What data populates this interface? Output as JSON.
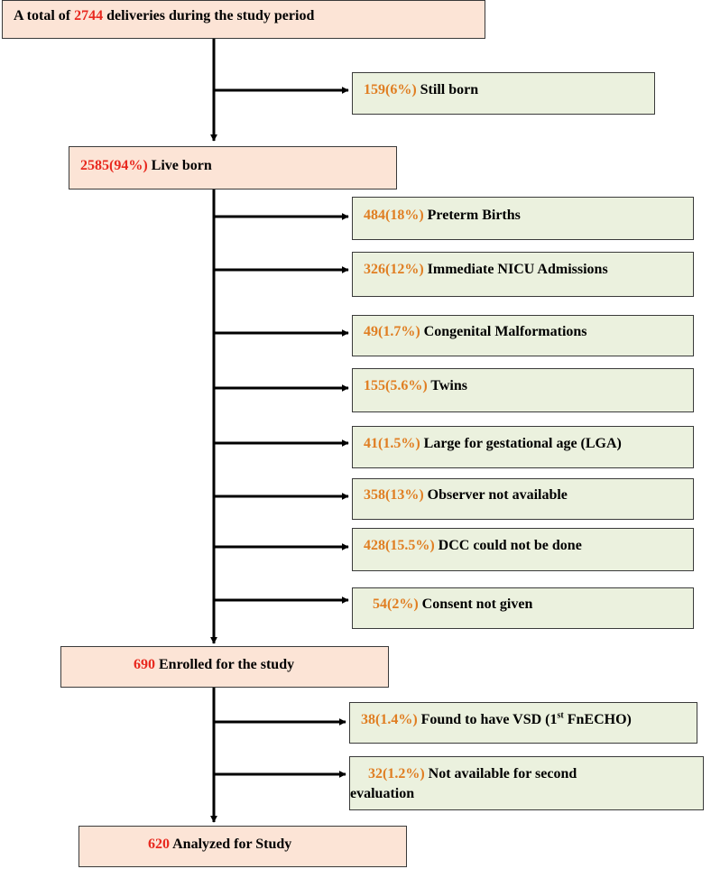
{
  "colors": {
    "main_box_fill": "#fce4d6",
    "side_box_fill": "#ebf1de",
    "main_number": "#e8281e",
    "side_number": "#e07e22",
    "arrow": "#000000"
  },
  "main_boxes": {
    "total": {
      "prefix": "A total of ",
      "number": "2744",
      "suffix": " deliveries during the study period"
    },
    "live_born": {
      "number": "2585(94%)",
      "suffix": " Live born"
    },
    "enrolled": {
      "number": "690",
      "suffix": " Enrolled for the study"
    },
    "analyzed": {
      "number": "620",
      "suffix": " Analyzed for Study"
    }
  },
  "side_boxes": {
    "still_born": {
      "number": "159(6%)",
      "label": " Still born"
    },
    "preterm": {
      "number": "484(18%)",
      "label": " Preterm Births"
    },
    "nicu": {
      "number": "326(12%)",
      "label": " Immediate NICU Admissions"
    },
    "congenital": {
      "number": "49(1.7%)",
      "label": " Congenital Malformations"
    },
    "twins": {
      "number": "155(5.6%)",
      "label": " Twins"
    },
    "lga": {
      "number": "41(1.5%)",
      "label": " Large for gestational age (LGA)"
    },
    "observer": {
      "number": "358(13%)",
      "label": " Observer not available"
    },
    "dcc": {
      "number": "428(15.5%)",
      "label": " DCC could not be done"
    },
    "consent": {
      "number": "54(2%)",
      "label": " Consent not given"
    },
    "vsd": {
      "number": "38(1.4%)",
      "label_pre": " Found to have VSD (1",
      "label_sup": "st",
      "label_post": " FnECHO)"
    },
    "second_eval": {
      "number": "32(1.2%)",
      "label_line1": " Not available for second",
      "label_line2": "evaluation"
    }
  }
}
